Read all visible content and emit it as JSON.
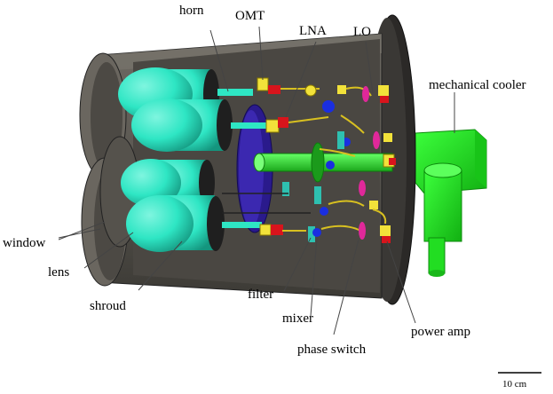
{
  "labels": {
    "horn": "horn",
    "omt": "OMT",
    "lna": "LNA",
    "lo": "LO",
    "mechanical_cooler": "mechanical cooler",
    "window": "window",
    "lens": "lens",
    "shroud": "shroud",
    "filter": "filter",
    "mixer": "mixer",
    "phase_switch": "phase switch",
    "power_amp": "power amp"
  },
  "scale_bar": {
    "label": "10 cm"
  },
  "colors": {
    "cryostat": "#5e5b55",
    "cryostat_dark": "#3b3934",
    "end_cap": "#2e2c29",
    "lens": "#2ee6c4",
    "lens_dark": "#1aa58c",
    "window_disk": "#2a1a8c",
    "cooler": "#22ee22",
    "cooler_dark": "#12b012",
    "component_yellow": "#f2e23a",
    "component_red": "#d8141c",
    "component_magenta": "#e0289a",
    "component_blue": "#1a2ee0"
  }
}
